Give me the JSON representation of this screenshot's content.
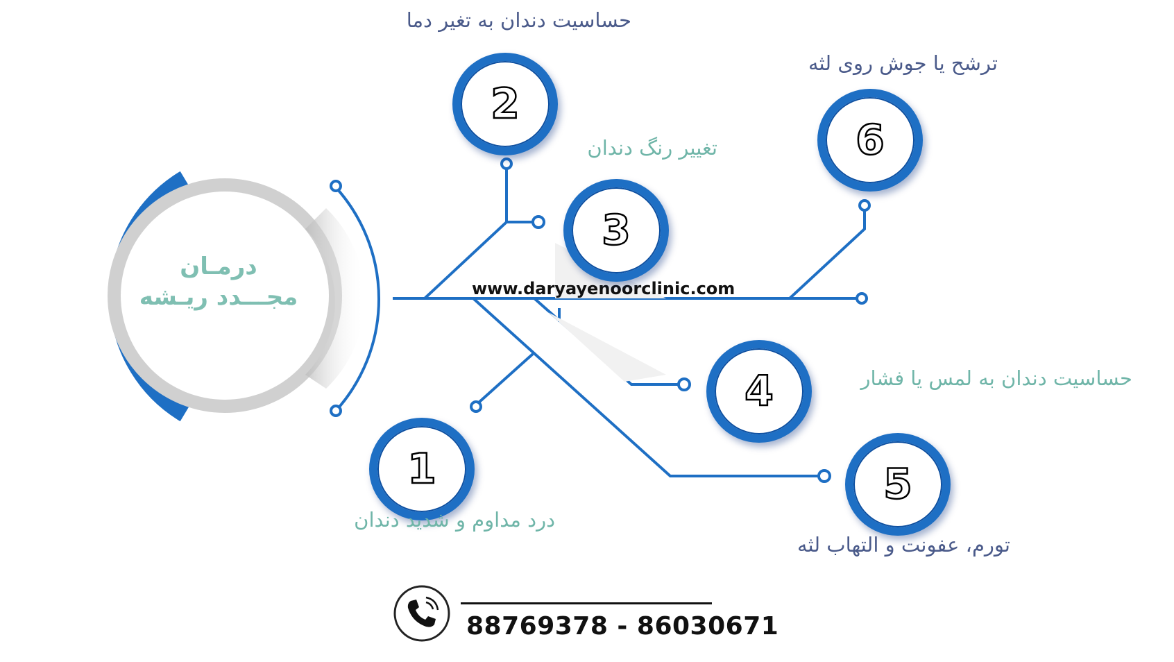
{
  "center": {
    "line1": "درمـان",
    "line2": "مجـــدد ریـشه"
  },
  "website": "www.daryayenoorclinic.com",
  "items": [
    {
      "number": "1",
      "label": "درد مداوم و شدید دندان",
      "color": "#6fb5a8"
    },
    {
      "number": "2",
      "label": "حساسیت دندان به تغیر دما",
      "color": "#4a5a8a"
    },
    {
      "number": "3",
      "label": "تغییر رنگ دندان",
      "color": "#6fb5a8"
    },
    {
      "number": "4",
      "label": "حساسیت دندان به لمس یا فشار",
      "color": "#6fb5a8"
    },
    {
      "number": "5",
      "label": "تورم، عفونت و التهاب لثه",
      "color": "#4a5a8a"
    },
    {
      "number": "6",
      "label": "ترشح یا جوش روی لثه",
      "color": "#4a5a8a"
    }
  ],
  "phone": {
    "numbers": "88769378 - 86030671",
    "icon": "phone-icon"
  },
  "colors": {
    "blue": "#1e6fc4",
    "teal": "#6fb5a8",
    "navy": "#4a5a8a"
  }
}
